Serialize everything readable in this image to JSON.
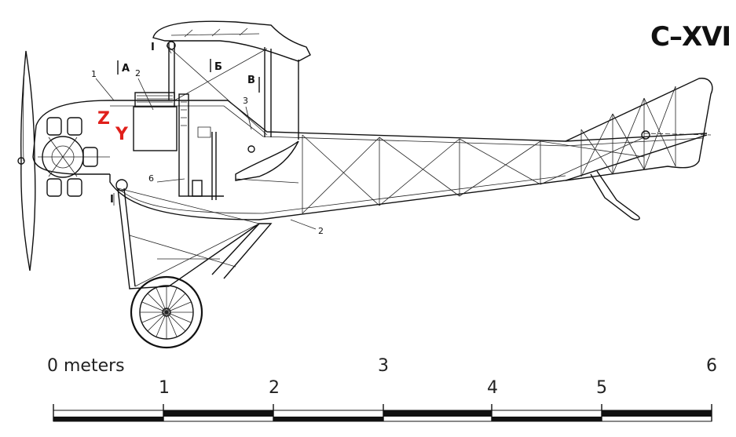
{
  "drawing": {
    "title": "С–XVI",
    "markers": {
      "z": "Z",
      "y": "Y"
    },
    "section_labels": {
      "a": "А",
      "b": "Б",
      "v": "В",
      "i_top": "I",
      "i_bottom": "I"
    },
    "part_labels": {
      "p1": "1",
      "p2_top": "2",
      "p3": "3",
      "p6": "6",
      "p2_bottom": "2"
    },
    "colors": {
      "ink": "#111111",
      "marker": "#e0201b",
      "background": "#ffffff"
    }
  },
  "scale_bar": {
    "unit_label": "0 meters",
    "ticks": [
      "1",
      "2",
      "3",
      "4",
      "5",
      "6"
    ]
  }
}
